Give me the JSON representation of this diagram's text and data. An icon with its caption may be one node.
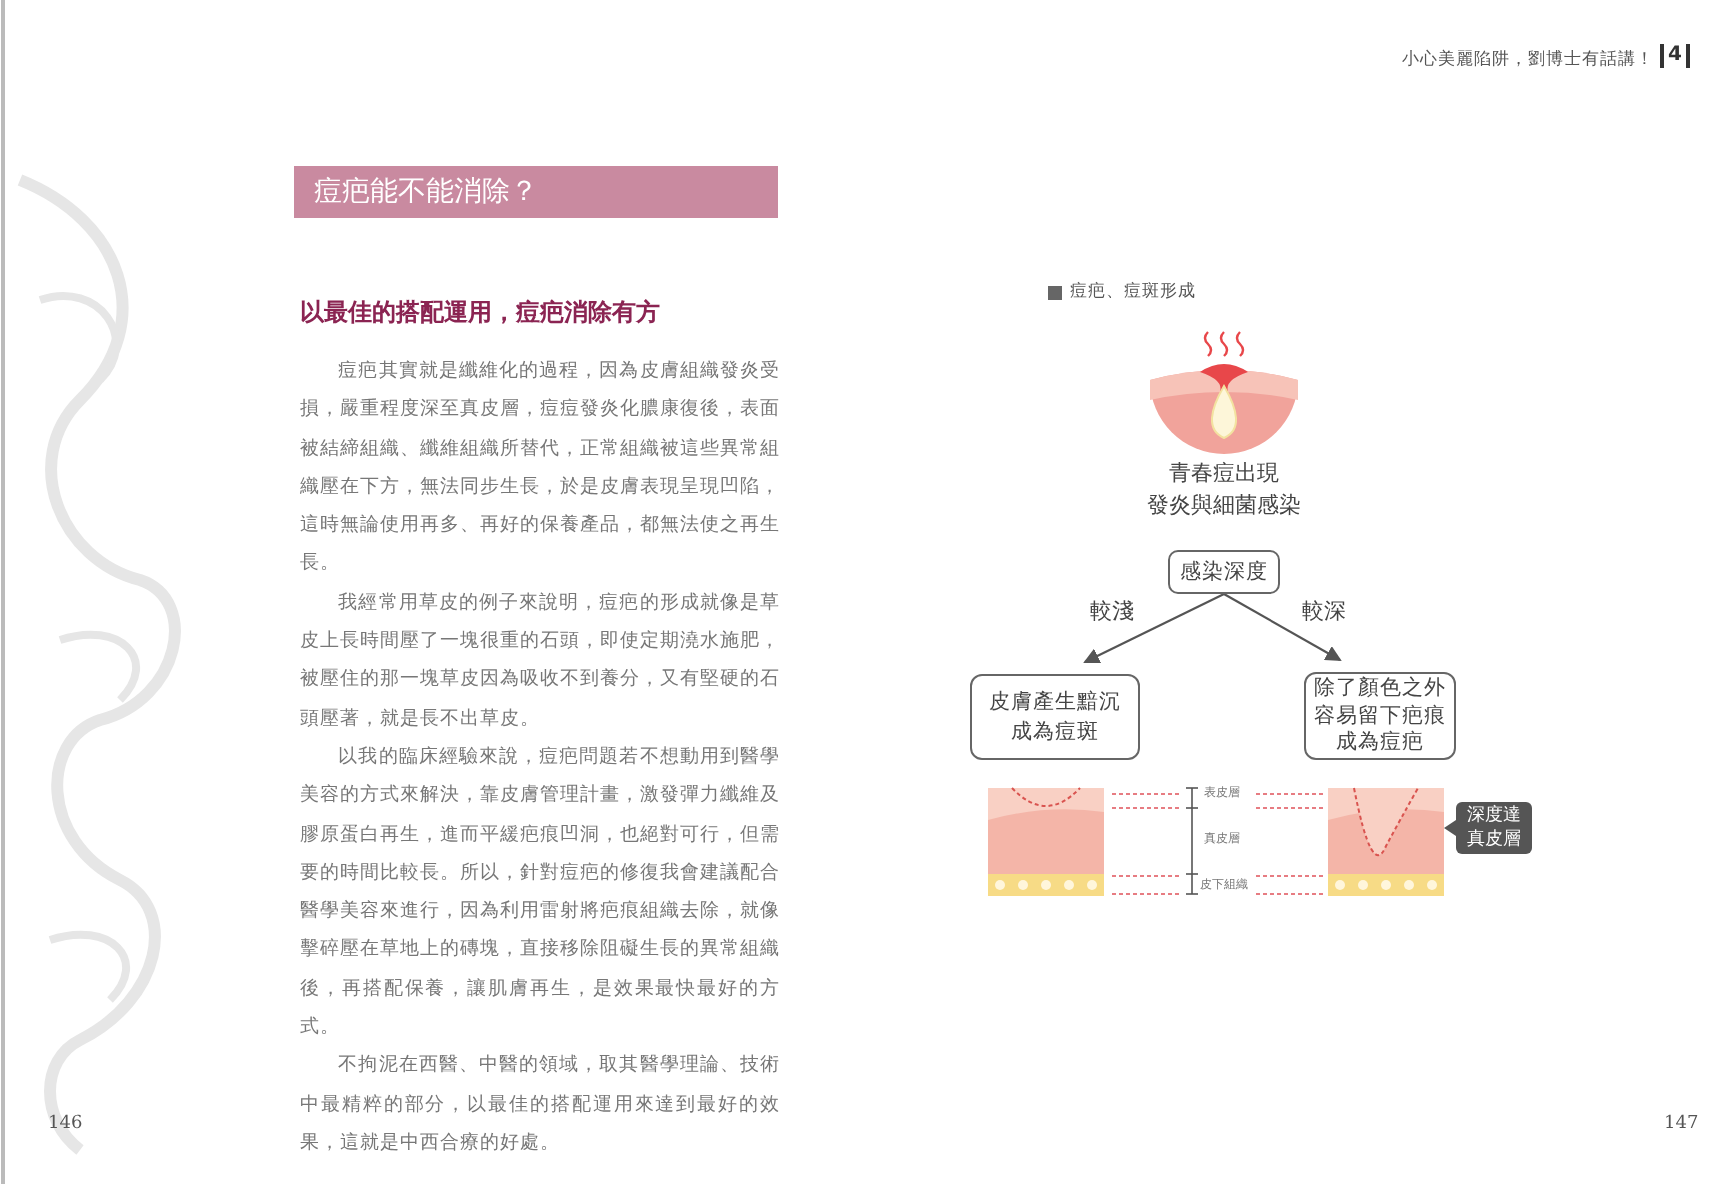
{
  "diagram": {
    "nodes": [
      {
        "text": [
          "痘疤能不能消除？"
        ]
      },
      {
        "text": [
          "感染深度"
        ]
      },
      {
        "text": [
          "皮膚產生黯沉成為痘斑"
        ]
      },
      {
        "text": [
          "除了顏色之外容易留下疤痕成為痘疤"
        ]
      },
      {
        "text": [
          "深度達真皮層"
        ]
      }
    ],
    "edges": [
      {
        "from": 1,
        "to": 2,
        "arrow": "to",
        "label": "較淺"
      },
      {
        "from": 1,
        "to": 3,
        "arrow": "to",
        "label": "較深"
      }
    ],
    "labels": [
      "小心美麗陷阱，劉博士有話講！",
      "4",
      "以最佳的搭配運用，痘疤消除有方",
      "痘疤其實就是纖維化的過程，因為皮膚組織發炎受損，嚴重程度深至真皮層，痘痘發炎化膿康復後，表面被結締組織、纖維組織所替代，正常組織被這些異常組織壓在下方，無法同步生長，於是皮膚表現呈現凹陷，這時無論使用再多、再好的保養產品，都無法使之再生長。",
      "我經常用草皮的例子來說明，痘疤的形成就像是草皮上長時間壓了一塊很重的石頭，即使定期澆水施肥，被壓住的那一塊草皮因為吸收不到養分，又有堅硬的石頭壓著，就是長不出草皮。",
      "以我的臨床經驗來說，痘疤問題若不想動用到醫學美容的方式來解決，靠皮膚管理計畫，激發彈力纖維及膠原蛋白再生，進而平緩疤痕凹洞，也絕對可行，但需要的時間比較長。所以，針對痘疤的修復我會建議配合醫學美容來進行，因為利用雷射將疤痕組織去除，就像擊碎壓在草地上的磚塊，直接移除阻礙生長的異常組織後，再搭配保養，讓肌膚再生，是效果最快最好的方式。",
      "不拘泥在西醫、中醫的領域，取其醫學理論、技術中最精粹的部分，以最佳的搭配運用來達到最好的效果，這就是中西合療的好處。",
      "痘疤、痘斑形成",
      "青春痘出現",
      "發炎與細菌感染",
      "表皮層",
      "真皮層",
      "皮下組織",
      "146",
      "147"
    ]
  }
}
